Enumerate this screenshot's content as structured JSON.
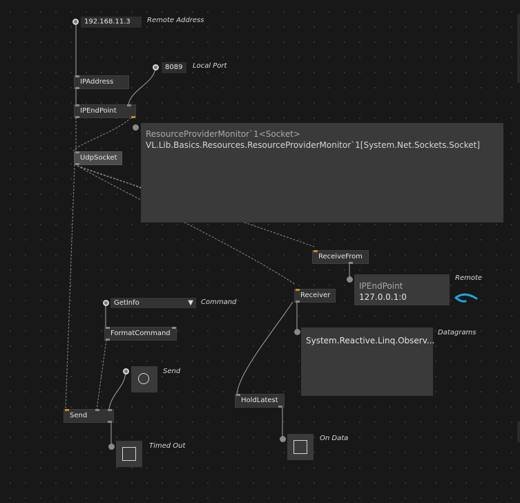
{
  "nodes": {
    "ipaddress": "IPAddress",
    "ipendpoint": "IPEndPoint",
    "udpsocket": "UdpSocket",
    "receivefrom": "ReceiveFrom",
    "receiver": "Receiver",
    "formatcommand": "FormatCommand",
    "send": "Send",
    "holdlatest": "HoldLatest"
  },
  "io": {
    "remote_address_value": "192.168.11.3",
    "remote_address_label": "Remote Address",
    "local_port_value": "8089",
    "local_port_label": "Local Port",
    "command_value": "GetInfo",
    "command_label": "Command",
    "send_label": "Send",
    "timed_out_label": "Timed Out",
    "remote_label": "Remote",
    "datagrams_label": "Datagrams",
    "on_data_label": "On Data"
  },
  "tooltip": {
    "line1": "ResourceProviderMonitor`1<Socket>",
    "line2": "VL.Lib.Basics.Resources.ResourceProviderMonitor`1[System.Net.Sockets.Socket]"
  },
  "remote_panel": {
    "line1": "IPEndPoint",
    "line2": "127.0.0.1:0"
  },
  "datagrams_panel": {
    "line1": "System.Reactive.Linq.Observ..."
  },
  "icons": {
    "dropdown": "▼"
  },
  "colors": {
    "background": "#181818",
    "node": "#333333",
    "link": "#a8a8a8",
    "accent_pin": "#c98a2a",
    "annotation_arrow": "#1ea7d8"
  }
}
